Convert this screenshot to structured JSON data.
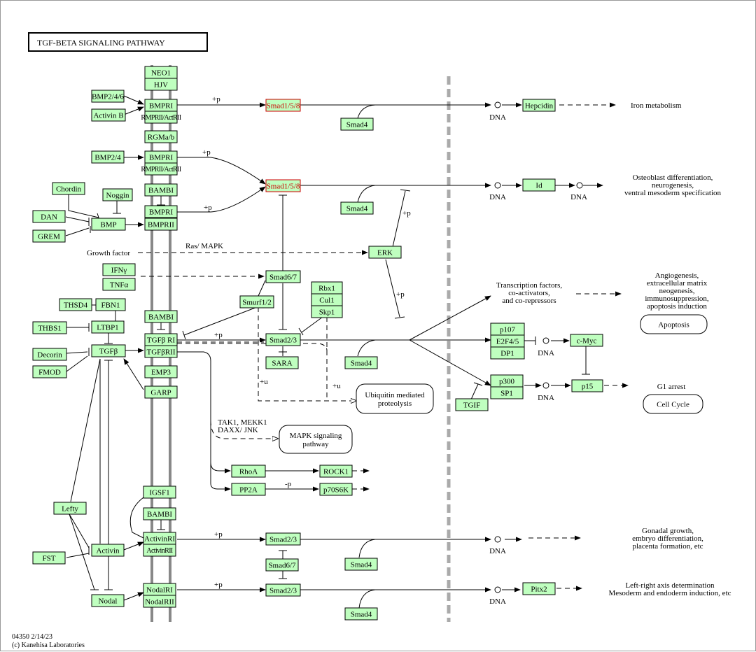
{
  "title": "TGF-BETA SIGNALING PATHWAY",
  "footer": {
    "line1": "04350 2/14/23",
    "line2": "(c) Kanehisa Laboratories"
  },
  "genes": [
    "NEO1",
    "HJV",
    "BMP2/4/6",
    "Activin B",
    "BMPRI",
    "RMPRII/ActRII",
    "RGMa/b",
    "BMP2/4",
    "BMPRI",
    "RMPRII/ActRII",
    "BAMBI",
    "Chordin",
    "Noggin",
    "DAN",
    "GREM",
    "BMP",
    "BMPRI",
    "BMPRII",
    "Smad1/5/8",
    "Smad1/5/8",
    "Smad4",
    "Smad4",
    "Hepcidin",
    "Id",
    "ERK",
    "IFNγ",
    "TNFα",
    "Smad6/7",
    "Smurf1/2",
    "Rbx1",
    "Cul1",
    "Skp1",
    "THSD4",
    "FBN1",
    "THBS1",
    "LTBP1",
    "BAMBI",
    "Decorin",
    "TGFβ",
    "FMOD",
    "TGFβ RI",
    "TGFβRII",
    "EMP3",
    "GARP",
    "Smad2/3",
    "SARA",
    "Smad4",
    "p107",
    "E2F4/5",
    "DP1",
    "c-Myc",
    "p300",
    "SP1",
    "p15",
    "TGIF",
    "RhoA",
    "ROCK1",
    "PP2A",
    "p70S6K",
    "IGSF1",
    "BAMBI",
    "ActivinRI",
    "ActivinRII",
    "Lefty",
    "Activin",
    "FST",
    "Nodal",
    "NodalRI",
    "NodalRII",
    "Smad2/3",
    "Smad6/7",
    "Smad4",
    "Smad2/3",
    "Smad4",
    "Pitx2"
  ],
  "labels": {
    "iron": "Iron metabolism",
    "osteo": [
      "Osteoblast differentiation,",
      "neurogenesis,",
      "ventral mesoderm specification"
    ],
    "angio": [
      "Angiogenesis,",
      "extracellular matrix",
      "neogenesis,",
      "immunosuppression,",
      "apoptosis induction"
    ],
    "tf": [
      "Transcription factors,",
      "co-activators,",
      "and co-repressors"
    ],
    "g1": "G1 arrest",
    "gonadal": [
      "Gonadal growth,",
      "embryo differentiation,",
      "placenta formation, etc"
    ],
    "leftright": [
      "Left-right axis determination",
      "Mesoderm and endoderm induction, etc"
    ],
    "growth": "Growth factor",
    "rasmapk": "Ras/ MAPK",
    "tak1": [
      "TAK1, MEKK1",
      "DAXX/ JNK"
    ],
    "dna": "DNA",
    "plus_p": "+p",
    "minus_p": "-p",
    "plus_u": "+u"
  },
  "maps": {
    "apoptosis": "Apoptosis",
    "cellcycle": "Cell Cycle",
    "ubiquitin": [
      "Ubiquitin mediated",
      "proteolysis"
    ],
    "mapk": [
      "MAPK signaling",
      "pathway"
    ]
  },
  "colors": {
    "gene_fill": "#bfffbf",
    "highlight_text": "#cc0000",
    "membrane": "#888888",
    "nucleus_line": "#aaaaaa"
  }
}
